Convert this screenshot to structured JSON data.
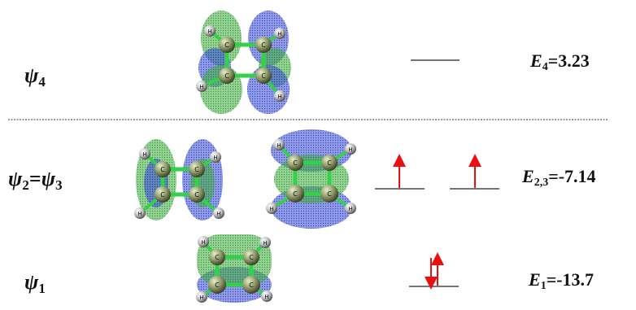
{
  "levels": {
    "psi4": {
      "symbol": "ψ",
      "index": "4",
      "energy_symbol": "E",
      "energy_index": "4",
      "energy_value": "=3.23",
      "electrons": 0
    },
    "psi23": {
      "symbol1": "ψ",
      "index1": "2",
      "equals": "=",
      "symbol2": "ψ",
      "index2": "3",
      "energy_symbol": "E",
      "energy_index": "2,3",
      "energy_value": "=-7.14",
      "electrons": [
        1,
        1
      ]
    },
    "psi1": {
      "symbol": "ψ",
      "index": "1",
      "energy_symbol": "E",
      "energy_index": "1",
      "energy_value": "=-13.7",
      "electrons": 2
    }
  },
  "atoms": {
    "carbon": "C",
    "hydrogen": "H"
  },
  "colors": {
    "lobe_green": "#3fae3f",
    "lobe_blue": "#3a4fd8",
    "electron_arrow": "#e81010",
    "level_line": "#222222",
    "bond": "#34d04a",
    "carbon": "#8f9a6a",
    "hydrogen": "#bbbbbb"
  }
}
